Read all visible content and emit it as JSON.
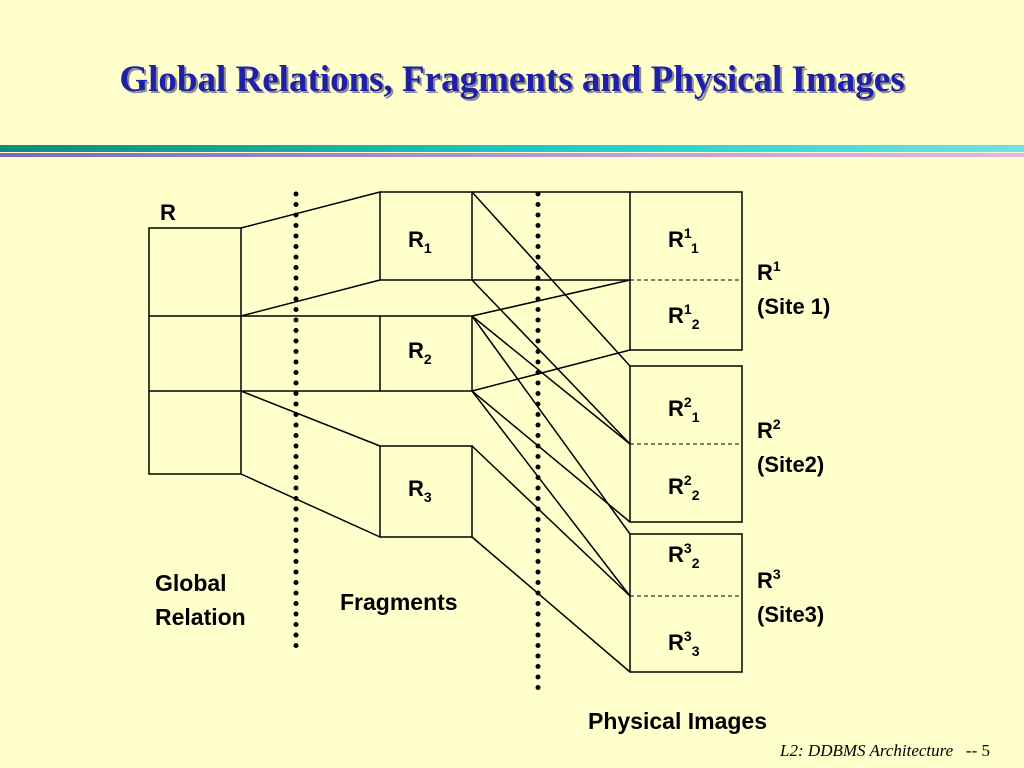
{
  "title": "Global Relations, Fragments and Physical Images",
  "diagram": {
    "global_relation_label": "R",
    "fragments": [
      {
        "base": "R",
        "sub": "1"
      },
      {
        "base": "R",
        "sub": "2"
      },
      {
        "base": "R",
        "sub": "3"
      }
    ],
    "physical_images": [
      {
        "base": "R",
        "sup": "1",
        "sub": "1"
      },
      {
        "base": "R",
        "sup": "1",
        "sub": "2"
      },
      {
        "base": "R",
        "sup": "2",
        "sub": "1"
      },
      {
        "base": "R",
        "sup": "2",
        "sub": "2"
      },
      {
        "base": "R",
        "sup": "3",
        "sub": "2"
      },
      {
        "base": "R",
        "sup": "3",
        "sub": "3"
      }
    ],
    "sites": [
      {
        "base": "R",
        "sup": "1",
        "name": "(Site 1)"
      },
      {
        "base": "R",
        "sup": "2",
        "name": "(Site2)"
      },
      {
        "base": "R",
        "sup": "3",
        "name": "(Site3)"
      }
    ],
    "captions": {
      "global_line1": "Global",
      "global_line2": "Relation",
      "fragments": "Fragments",
      "physical": "Physical Images"
    }
  },
  "footer": {
    "text": "L2: DDBMS Architecture",
    "page": "-- 5"
  }
}
